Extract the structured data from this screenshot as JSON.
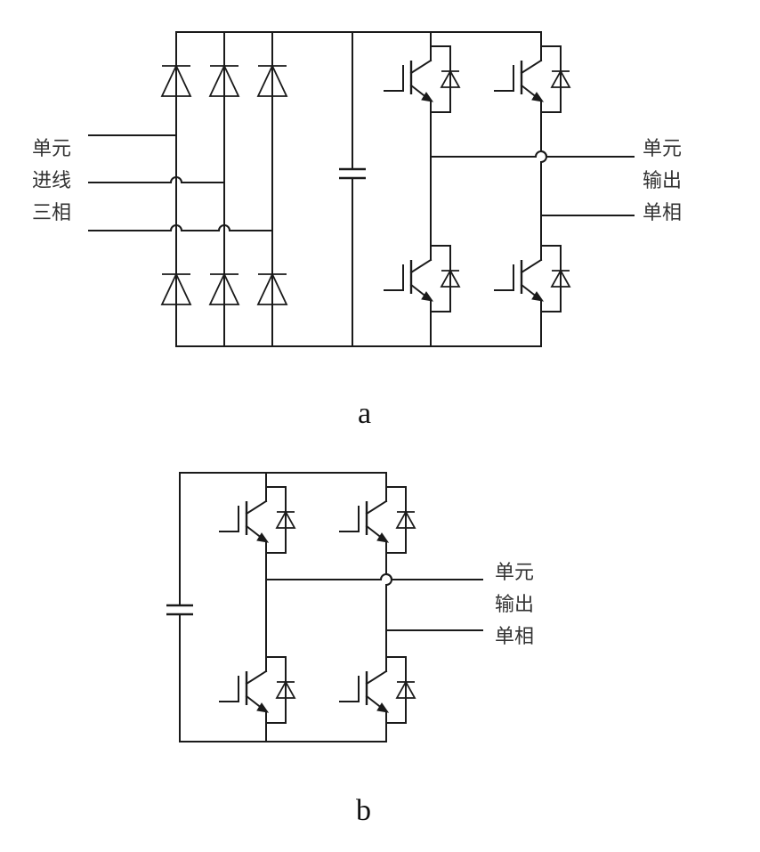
{
  "diagram_a": {
    "caption": "a",
    "input_label": [
      "单元",
      "进线",
      "三相"
    ],
    "output_label": [
      "单元",
      "输出",
      "单相"
    ]
  },
  "diagram_b": {
    "caption": "b",
    "output_label": [
      "单元",
      "输出",
      "单相"
    ]
  }
}
